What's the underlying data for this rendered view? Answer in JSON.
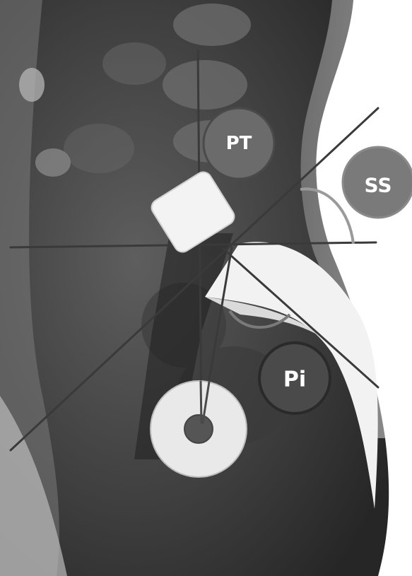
{
  "labels": {
    "pt": "PT",
    "ss": "SS",
    "pi": "Pi"
  },
  "colors": {
    "background": "#ffffff",
    "xray_dark": "#2a2a2a",
    "xray_mid": "#5a5a5a",
    "line": "#3d3d3d",
    "pt_circle": "#6b6b6b",
    "ss_circle": "#7a7a7a",
    "pi_circle": "#4a4a4a",
    "femoral_head": "#e9e9e9",
    "femoral_center": "#555555",
    "endplate_box": "#f1f1f1"
  },
  "icons": {
    "pt_marker": "pt-circle",
    "ss_marker": "ss-circle",
    "pi_marker": "pi-circle",
    "femoral_head": "femoral-head-circle",
    "s1_endplate": "sacral-endplate-box"
  }
}
